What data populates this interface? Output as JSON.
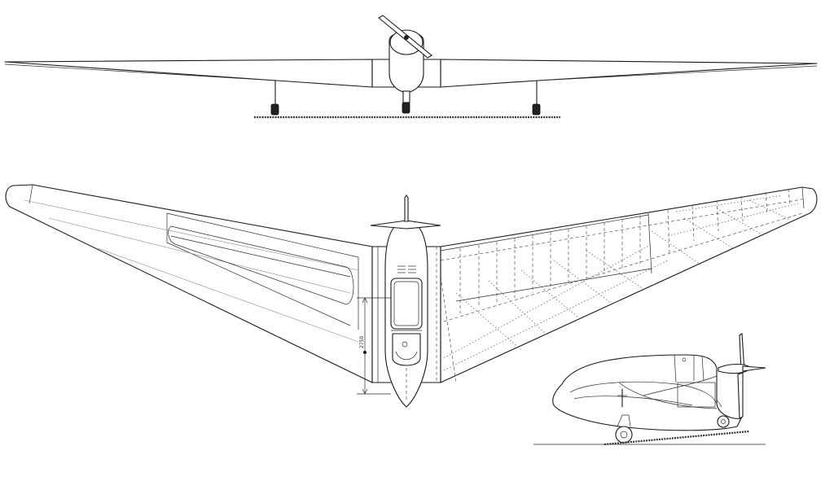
{
  "drawing": {
    "dimension_label": "2750",
    "views": [
      "front-view",
      "plan-view",
      "side-view"
    ]
  },
  "colors": {
    "ink": "#1a1a1a",
    "paper": "#ffffff"
  }
}
